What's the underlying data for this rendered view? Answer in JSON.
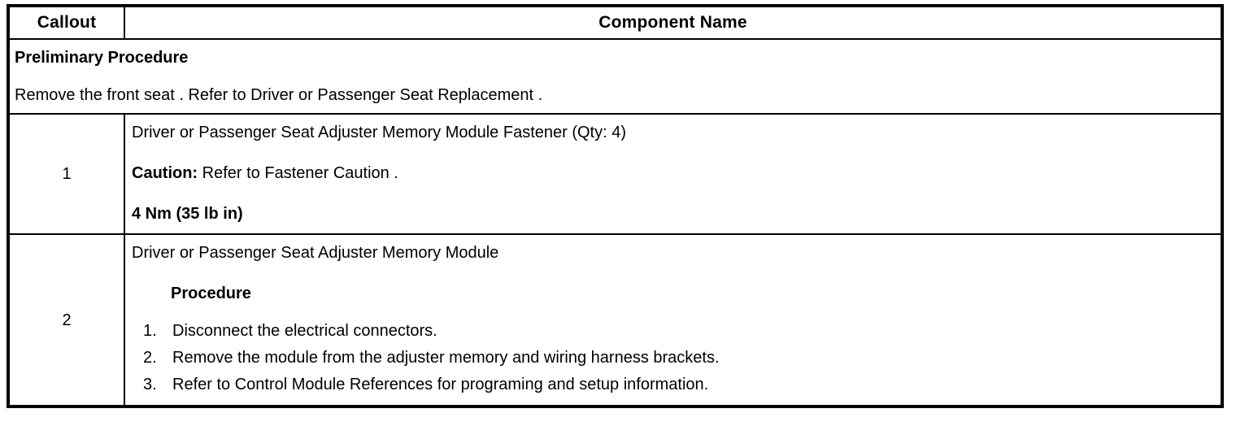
{
  "table": {
    "headers": {
      "callout": "Callout",
      "component": "Component Name"
    },
    "preliminary": {
      "title": "Preliminary Procedure",
      "text": "Remove the front seat . Refer to Driver or Passenger Seat Replacement ."
    },
    "rows": [
      {
        "callout": "1",
        "component_name": "Driver or Passenger Seat Adjuster Memory Module Fastener (Qty: 4)",
        "caution_label": "Caution:",
        "caution_text": " Refer to Fastener Caution .",
        "torque": "4 Nm (35 lb in)"
      },
      {
        "callout": "2",
        "component_name": "Driver or Passenger Seat Adjuster Memory Module",
        "procedure_heading": "Procedure",
        "steps": [
          {
            "marker": "1.",
            "text": "Disconnect the electrical connectors."
          },
          {
            "marker": "2.",
            "text": "Remove the module from the adjuster memory and wiring harness brackets."
          },
          {
            "marker": "3.",
            "text": "Refer to Control Module References for programing and setup information."
          }
        ]
      }
    ]
  }
}
